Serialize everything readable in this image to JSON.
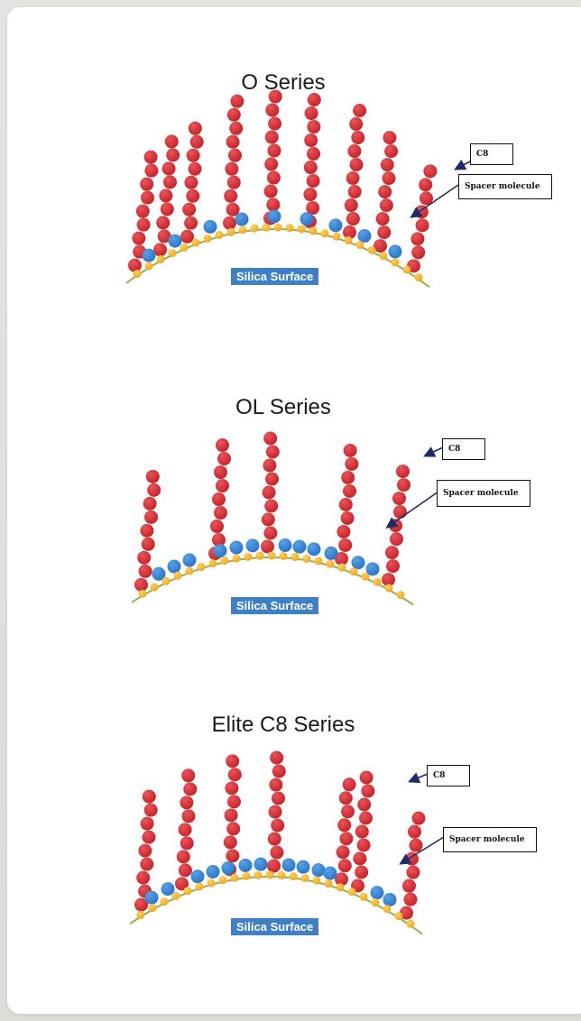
{
  "diagrams": [
    {
      "title": "O Series",
      "c8_label": "C8",
      "spacer_label": "Spacer molecule",
      "surface_label": "Silica Surface"
    },
    {
      "title": "OL Series",
      "c8_label": "C8",
      "spacer_label": "Spacer molecule",
      "surface_label": "Silica Surface"
    },
    {
      "title": "Elite C8 Series",
      "c8_label": "C8",
      "spacer_label": "Spacer molecule",
      "surface_label": "Silica Surface"
    }
  ],
  "colors": {
    "chain_bead": "#c8242a",
    "spacer_bead": "#2a78c8",
    "surface_bead": "#f2a81c",
    "surface_line": "#8fb24a",
    "label_bg": "#3f7fc6",
    "arrow": "#1d2a6b"
  }
}
